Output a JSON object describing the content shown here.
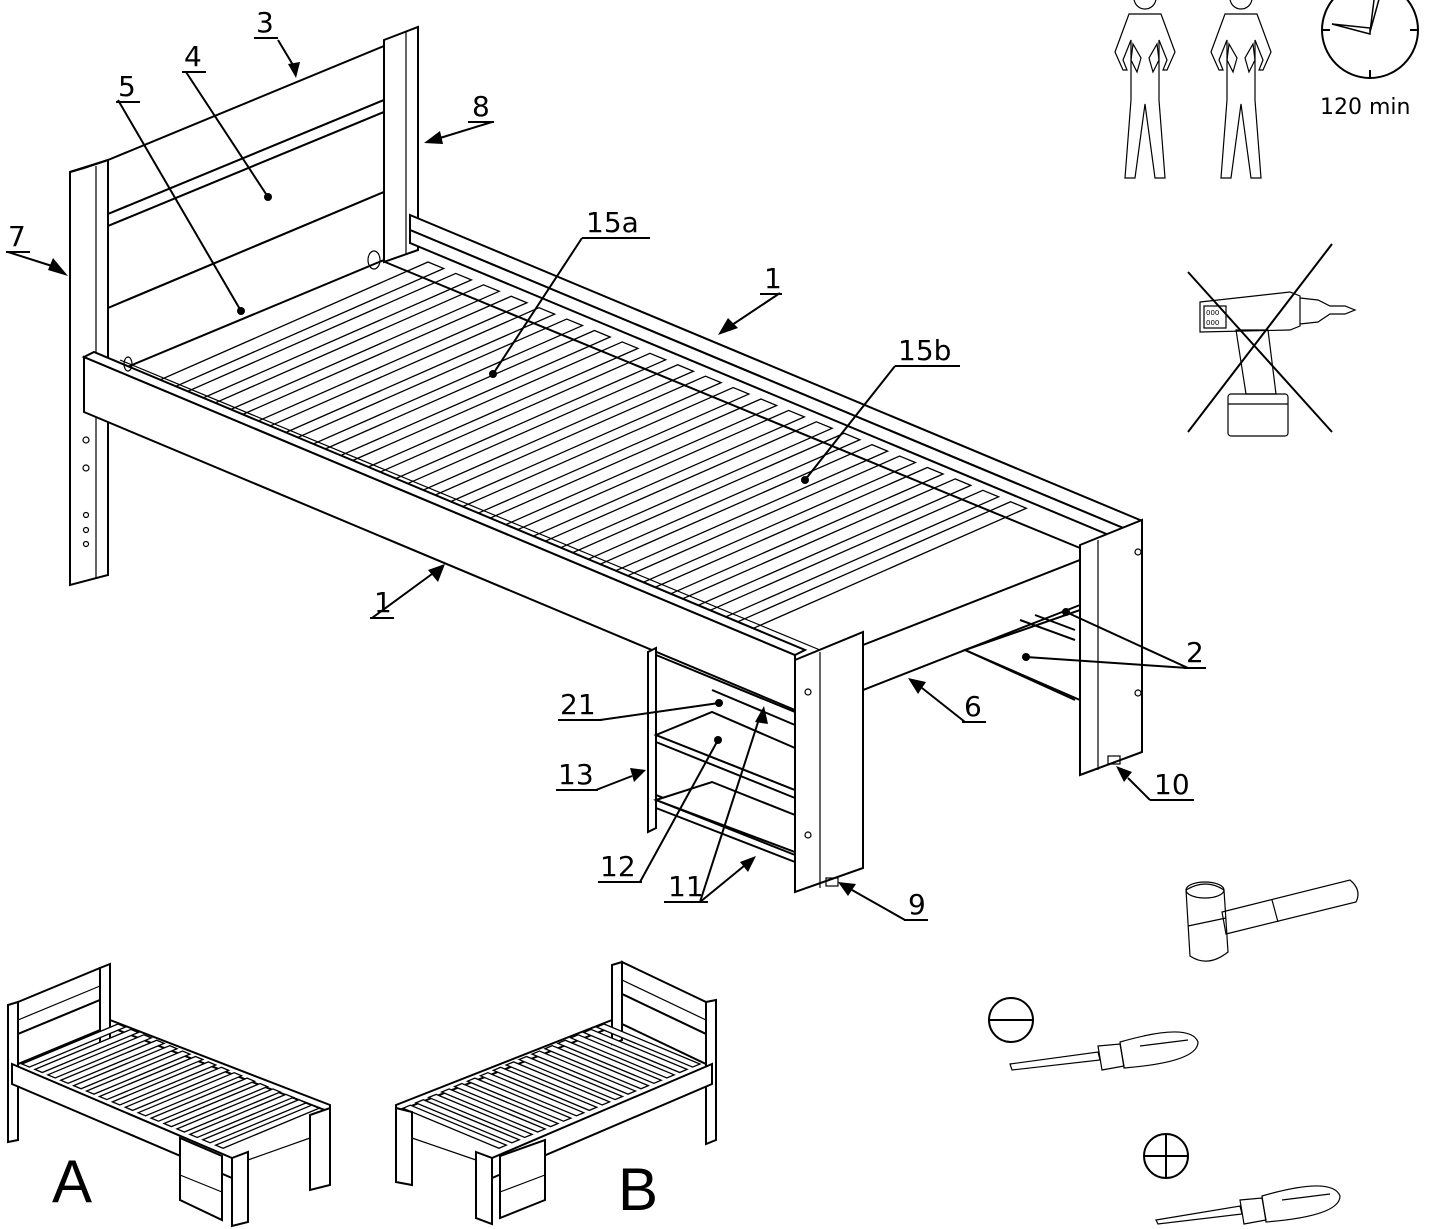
{
  "callouts": [
    {
      "id": "c3",
      "text": "3"
    },
    {
      "id": "c4",
      "text": "4"
    },
    {
      "id": "c5",
      "text": "5"
    },
    {
      "id": "c8",
      "text": "8"
    },
    {
      "id": "c7",
      "text": "7"
    },
    {
      "id": "c15a",
      "text": "15a"
    },
    {
      "id": "c1top",
      "text": "1"
    },
    {
      "id": "c15b",
      "text": "15b"
    },
    {
      "id": "c1bot",
      "text": "1"
    },
    {
      "id": "c2",
      "text": "2"
    },
    {
      "id": "c6",
      "text": "6"
    },
    {
      "id": "c21",
      "text": "21"
    },
    {
      "id": "c13",
      "text": "13"
    },
    {
      "id": "c10",
      "text": "10"
    },
    {
      "id": "c12",
      "text": "12"
    },
    {
      "id": "c11",
      "text": "11"
    },
    {
      "id": "c9",
      "text": "9"
    }
  ],
  "assembly_time": "120 min",
  "variant_labels": {
    "a": "A",
    "b": "B"
  },
  "icons": {
    "people": "two-people-icon",
    "clock": "clock-icon",
    "no_drill": "no-power-drill-icon",
    "mallet": "rubber-mallet-icon",
    "flat_screwdriver": "flathead-screwdriver-icon",
    "phillips_screwdriver": "phillips-screwdriver-icon"
  }
}
